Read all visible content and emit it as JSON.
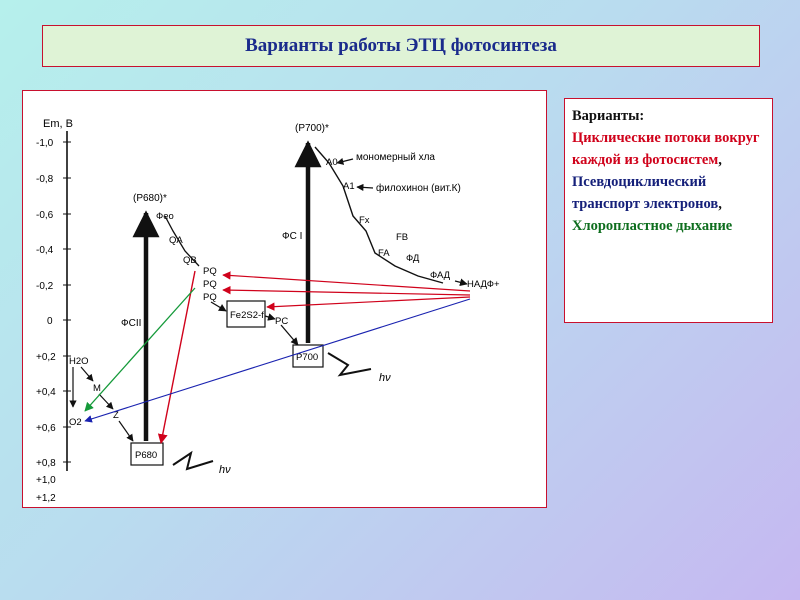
{
  "title": "Варианты работы ЭТЦ фотосинтеза",
  "variants": {
    "heading": "Варианты:",
    "item1": "Циклические потоки вокруг каждой из фотосистем",
    "comma1": ",",
    "item2": "Псевдоциклический транспорт электронов",
    "comma2": ",",
    "item3": "Хлоропластное дыхание"
  },
  "diagram": {
    "axis_label": "Em, B",
    "ticks": [
      "-1,0",
      "-0,8",
      "-0,6",
      "-0,4",
      "-0,2",
      "0",
      "+0,2",
      "+0,4",
      "+0,6",
      "+0,8",
      "+1,0",
      "+1,2"
    ],
    "labels": {
      "p700_top": "(P700)*",
      "a0": "A0",
      "a1": "A1",
      "fx": "Fx",
      "fb": "FB",
      "fa": "FA",
      "fd": "ФД",
      "fad": "ФАД",
      "nadp": "НАДФ+",
      "ps1": "ФС I",
      "monomer": "мономерный хла",
      "phylloquinone": "филохинон (вит.К)",
      "p680_top": "(P680)*",
      "feo": "Фео",
      "qa": "QA",
      "qb": "QB",
      "pq1": "PQ",
      "pq2": "PQ",
      "pq3": "PQ",
      "ps2": "ФСII",
      "cyt": "Fe2S2-f",
      "pc": "PC",
      "p700": "P700",
      "p680": "P680",
      "h2o": "H2O",
      "m": "M",
      "z": "Z",
      "o2": "O2",
      "hv1": "hν",
      "hv2": "hν"
    }
  },
  "colors": {
    "border": "#c8102e",
    "title_text": "#1a2b8c",
    "title_bg": "#dff3d6",
    "arrow_red": "#d0021b",
    "arrow_green": "#159a3a",
    "arrow_blue": "#1a23b0"
  }
}
